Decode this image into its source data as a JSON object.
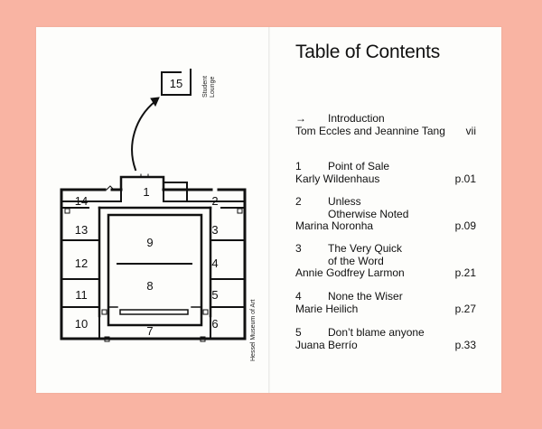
{
  "toc": {
    "title": "Table of Contents",
    "entries": [
      {
        "num": "→",
        "title": [
          "Introduction"
        ],
        "author": "Tom Eccles and Jeannine Tang",
        "page": "vii"
      },
      {
        "num": "1",
        "title": [
          "Point of Sale"
        ],
        "author": "Karly Wildenhaus",
        "page": "p.01"
      },
      {
        "num": "2",
        "title": [
          "Unless",
          "Otherwise Noted"
        ],
        "author": "Marina Noronha",
        "page": "p.09"
      },
      {
        "num": "3",
        "title": [
          "The Very Quick",
          "of the Word"
        ],
        "author": "Annie Godfrey Larmon",
        "page": "p.21"
      },
      {
        "num": "4",
        "title": [
          "None the Wiser"
        ],
        "author": "Marie Heilich",
        "page": "p.27"
      },
      {
        "num": "5",
        "title": [
          "Don’t blame anyone"
        ],
        "author": "Juana Berrío",
        "page": "p.33"
      }
    ]
  },
  "floorplan": {
    "lounge_number": "15",
    "lounge_label": [
      "Student",
      "Lounge"
    ],
    "museum_label": "Hessel Museum of Art",
    "rooms": [
      "1",
      "2",
      "3",
      "4",
      "5",
      "6",
      "7",
      "8",
      "9",
      "10",
      "11",
      "12",
      "13",
      "14"
    ]
  }
}
